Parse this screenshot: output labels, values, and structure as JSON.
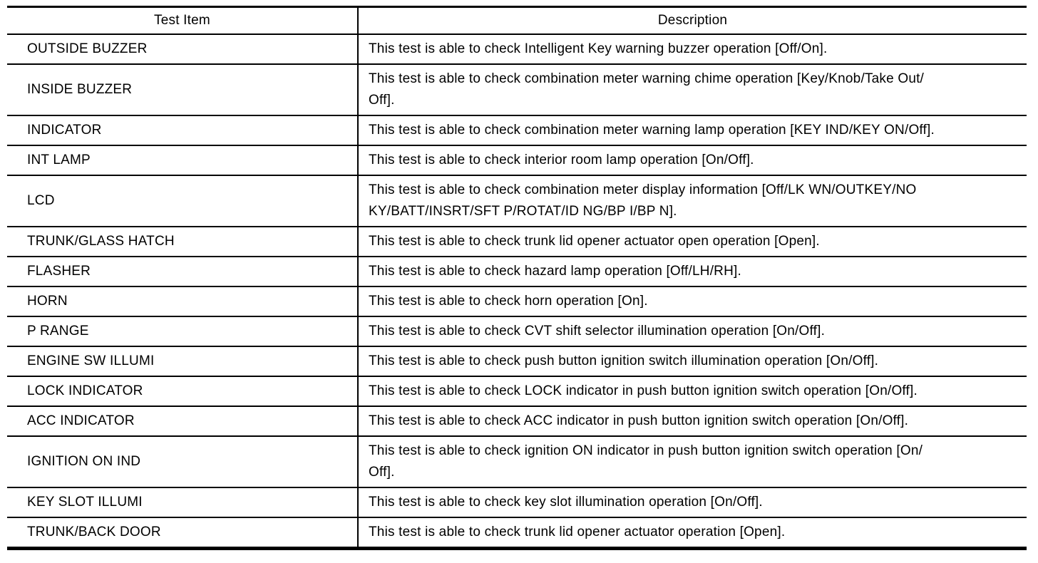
{
  "table": {
    "columns": [
      "Test Item",
      "Description"
    ],
    "rows": [
      {
        "item": "OUTSIDE BUZZER",
        "description": "This test is able to check Intelligent Key warning buzzer operation [Off/On]."
      },
      {
        "item": "INSIDE BUZZER",
        "description": "This test is able to check combination meter warning chime operation [Key/Knob/Take Out/\nOff]."
      },
      {
        "item": "INDICATOR",
        "description": "This test is able to check combination meter warning lamp operation [KEY IND/KEY ON/Off]."
      },
      {
        "item": "INT LAMP",
        "description": "This test is able to check interior room lamp operation [On/Off]."
      },
      {
        "item": "LCD",
        "description": "This test is able to check combination meter display information [Off/LK WN/OUTKEY/NO\nKY/BATT/INSRT/SFT P/ROTAT/ID NG/BP I/BP N]."
      },
      {
        "item": "TRUNK/GLASS HATCH",
        "description": "This test is able to check trunk lid opener actuator open operation [Open]."
      },
      {
        "item": "FLASHER",
        "description": "This test is able to check hazard lamp operation [Off/LH/RH]."
      },
      {
        "item": "HORN",
        "description": "This test is able to check horn operation [On]."
      },
      {
        "item": "P RANGE",
        "description": "This test is able to check CVT shift selector illumination operation [On/Off]."
      },
      {
        "item": "ENGINE SW ILLUMI",
        "description": "This test is able to check push button ignition switch illumination operation [On/Off]."
      },
      {
        "item": "LOCK INDICATOR",
        "description": "This test is able to check LOCK indicator in push button ignition switch operation [On/Off]."
      },
      {
        "item": "ACC INDICATOR",
        "description": "This test is able to check ACC indicator in push button ignition switch operation [On/Off]."
      },
      {
        "item": "IGNITION ON IND",
        "description": "This test is able to check ignition ON indicator in push button ignition switch operation [On/\nOff]."
      },
      {
        "item": "KEY SLOT ILLUMI",
        "description": "This test is able to check key slot illumination operation [On/Off]."
      },
      {
        "item": "TRUNK/BACK DOOR",
        "description": "This test is able to check trunk lid opener actuator operation [Open]."
      }
    ]
  }
}
